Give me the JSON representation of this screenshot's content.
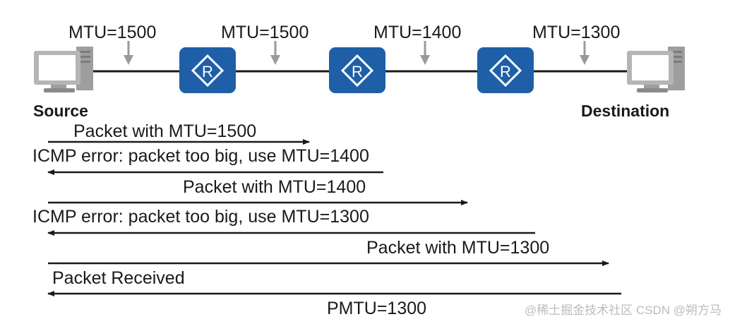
{
  "links": [
    {
      "mtu_label": "MTU=1500"
    },
    {
      "mtu_label": "MTU=1500"
    },
    {
      "mtu_label": "MTU=1400"
    },
    {
      "mtu_label": "MTU=1300"
    }
  ],
  "routers": [
    {
      "icon": "router-icon",
      "letter": "R"
    },
    {
      "icon": "router-icon",
      "letter": "R"
    },
    {
      "icon": "router-icon",
      "letter": "R"
    }
  ],
  "endpoints": {
    "source": "Source",
    "destination": "Destination"
  },
  "messages": [
    {
      "text": "Packet with MTU=1500",
      "direction": "right"
    },
    {
      "text": "ICMP error: packet too big, use MTU=1400",
      "direction": "left"
    },
    {
      "text": "Packet with MTU=1400",
      "direction": "right"
    },
    {
      "text": "ICMP error: packet too big, use MTU=1300",
      "direction": "left"
    },
    {
      "text": "Packet with MTU=1300",
      "direction": "right"
    },
    {
      "text": "Packet Received",
      "direction": "left"
    }
  ],
  "result": "PMTU=1300",
  "watermark": "@稀土掘金技术社区 CSDN @朔方马",
  "colors": {
    "router": "#1f5fa8",
    "line": "#1a1a1a",
    "drop_arrow": "#9a9a9a",
    "computer": "#b5b5b5"
  }
}
